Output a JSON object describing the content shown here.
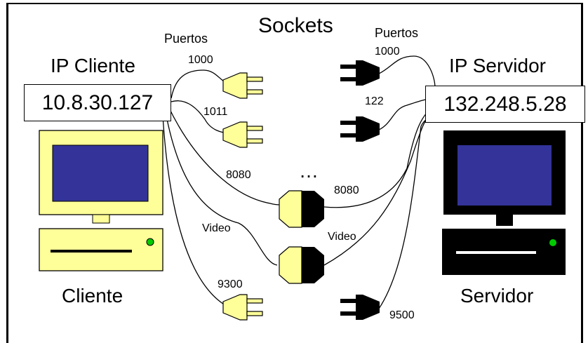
{
  "title": "Sockets",
  "client": {
    "ip_label": "IP Cliente",
    "ip": "10.8.30.127",
    "name": "Cliente",
    "ports_label": "Puertos"
  },
  "server": {
    "ip_label": "IP Servidor",
    "ip": "132.248.5.28",
    "name": "Servidor",
    "ports_label": "Puertos"
  },
  "ports": {
    "c1000": "1000",
    "c1011": "1011",
    "c8080": "8080",
    "cvideo": "Video",
    "c9300": "9300",
    "s1000": "1000",
    "s122": "122",
    "s8080": "8080",
    "svideo": "Video",
    "s9500": "9500"
  },
  "ellipsis": "…",
  "colors": {
    "client_body": "#ffff99",
    "screen": "#333399",
    "server_body": "#000000",
    "led": "#00cc00",
    "plug": "#ffff99"
  }
}
